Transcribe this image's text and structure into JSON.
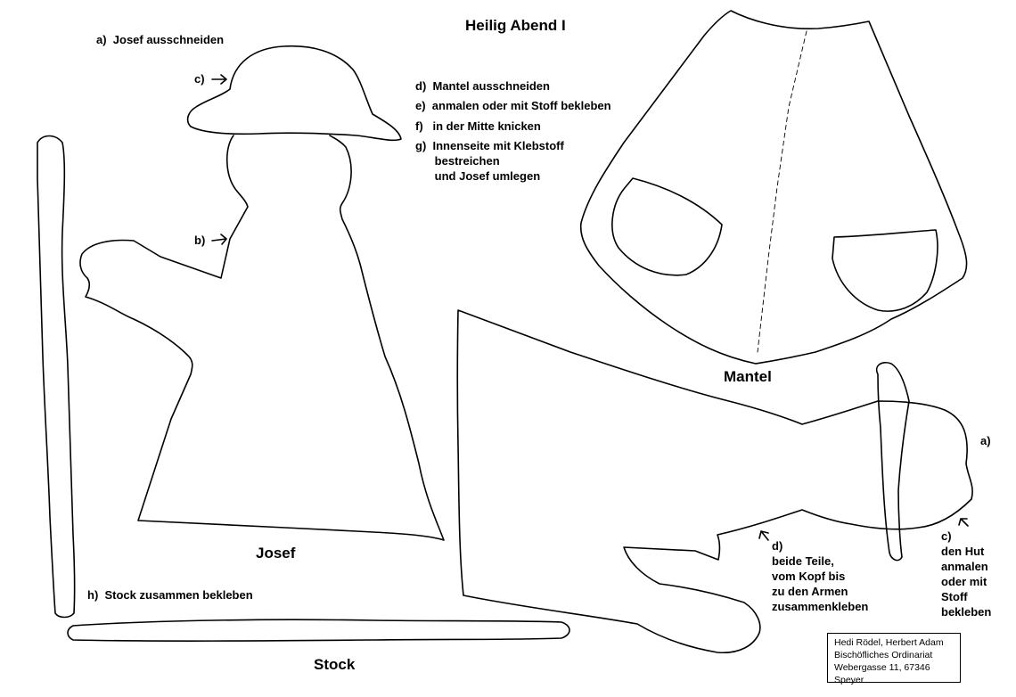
{
  "title": "Heilig Abend I",
  "steps": {
    "a": "a)  Josef ausschneiden",
    "b": "b)",
    "c": "c)",
    "d": "d)  Mantel ausschneiden",
    "e": "e)  anmalen oder mit Stoff bekleben",
    "f": "f)   in der Mitte knicken",
    "g": "g)  Innenseite mit Klebstoff\n      bestreichen\n      und Josef umlegen",
    "h": "h)  Stock zusammen bekleben"
  },
  "labels": {
    "josef": "Josef",
    "mantel": "Mantel",
    "stock": "Stock"
  },
  "right_notes": {
    "a": "a)",
    "c": "c)\nden Hut\nanmalen\noder mit\nStoff\nbekleben",
    "d": "d)\nbeide Teile,\nvom Kopf bis\nzu den Armen\nzusammenkleben"
  },
  "credit": {
    "line1": "Hedi Rödel, Herbert Adam",
    "line2": "Bischöfliches Ordinariat",
    "line3": "Webergasse 11, 67346 Speyer"
  },
  "icons": [
    "arrow-icon"
  ]
}
